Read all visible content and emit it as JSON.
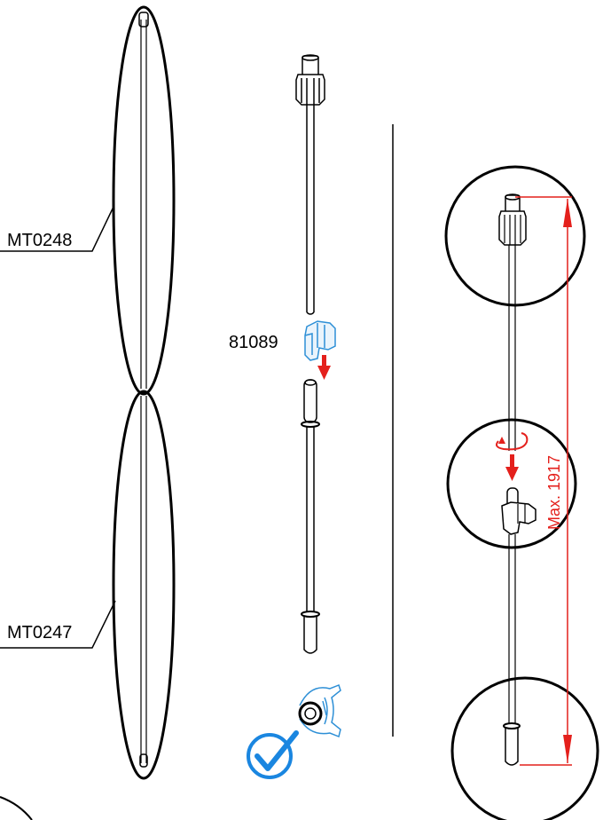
{
  "parts": {
    "upper_pole": "MT0248",
    "lower_pole": "MT0247",
    "clip": "81089"
  },
  "dimension": {
    "label": "Max. 1917"
  },
  "colors": {
    "line": "#000000",
    "accent_red": "#e4201c",
    "clip_blue": "#2d8fd6",
    "check_blue": "#1a86e0"
  },
  "icons": [
    "checkmark-icon",
    "clip-part-icon",
    "arrow-down-icon",
    "rotate-arrow-icon"
  ]
}
